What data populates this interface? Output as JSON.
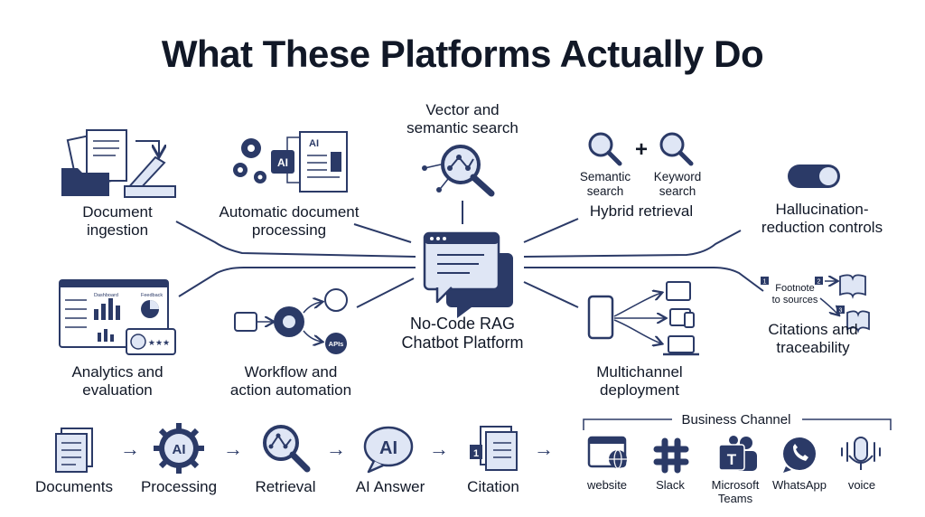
{
  "title": "What These Platforms Actually Do",
  "center": {
    "line1": "No-Code RAG",
    "line2": "Chatbot Platform"
  },
  "features": {
    "ingestion": {
      "line1": "Document",
      "line2": "ingestion"
    },
    "processing": {
      "line1": "Automatic document",
      "line2": "processing",
      "icon_label": "AI",
      "doc_label": "AI"
    },
    "vector_search": {
      "line1": "Vector and",
      "line2": "semantic search"
    },
    "hybrid": {
      "label": "Hybrid retrieval",
      "plus": "+",
      "semantic_line1": "Semantic",
      "semantic_line2": "search",
      "keyword_line1": "Keyword",
      "keyword_line2": "search"
    },
    "hallucination": {
      "line1": "Hallucination-",
      "line2": "reduction controls"
    },
    "analytics": {
      "line1": "Analytics and",
      "line2": "evaluation",
      "dashboard_label": "Dashboard",
      "feedback_label": "Feedback",
      "stars": "★★★"
    },
    "workflow": {
      "line1": "Workflow and",
      "line2": "action automation",
      "apis_label": "APIs"
    },
    "multichannel": {
      "line1": "Multichannel",
      "line2": "deployment"
    },
    "citations": {
      "line1": "Citations and",
      "line2": "traceability",
      "footnote_line1": "Footnote",
      "footnote_line2": "to sources",
      "num1": "1",
      "num2": "2",
      "num3": "3"
    }
  },
  "pipeline": {
    "steps": [
      "Documents",
      "Processing",
      "Retrieval",
      "AI Answer",
      "Citation"
    ],
    "processing_icon": "AI",
    "answer_icon": "AI",
    "citation_num": "1",
    "arrow": "→"
  },
  "business_channel": {
    "title": "Business Channel",
    "channels": [
      {
        "line1": "website",
        "line2": ""
      },
      {
        "line1": "Slack",
        "line2": ""
      },
      {
        "line1": "Microsoft",
        "line2": "Teams"
      },
      {
        "line1": "WhatsApp",
        "line2": ""
      },
      {
        "line1": "voice",
        "line2": ""
      }
    ]
  },
  "colors": {
    "navy": "#2b3a67",
    "light": "#dfe6f5",
    "ink": "#111827"
  }
}
